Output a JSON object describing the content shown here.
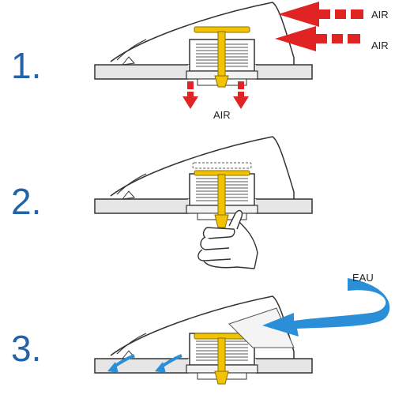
{
  "steps": [
    {
      "number": "1.",
      "labels": [
        "AIR",
        "AIR",
        "AIR"
      ]
    },
    {
      "number": "2.",
      "labels": []
    },
    {
      "number": "3.",
      "labels": [
        "EAU"
      ]
    }
  ],
  "colors": {
    "number": "#2563a8",
    "air_arrow": "#e02424",
    "water_arrow": "#2b8fd8",
    "valve": "#f2c300",
    "outline": "#333333",
    "deck": "#e6e6e6"
  }
}
